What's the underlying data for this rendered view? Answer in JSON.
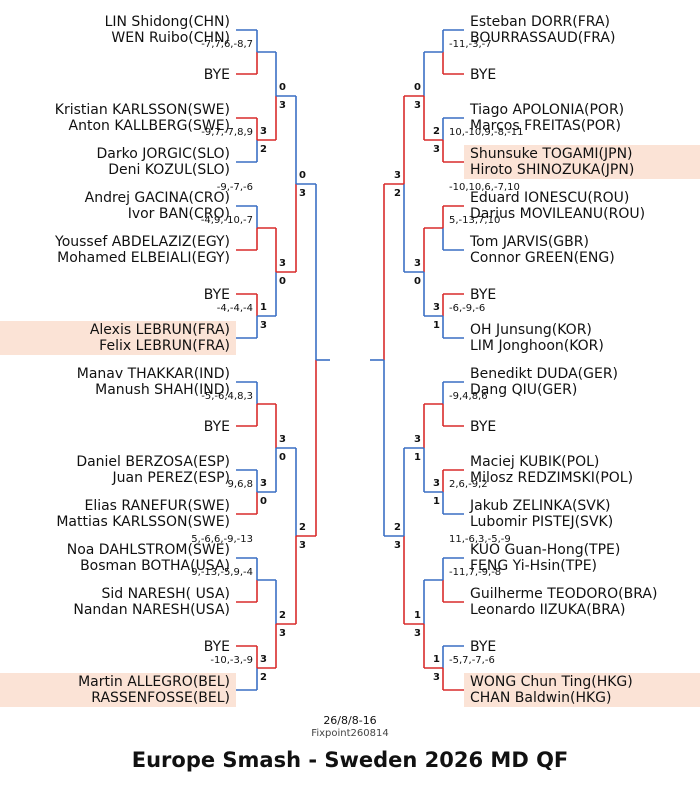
{
  "colors": {
    "winner": "#d92b2b",
    "loser": "#3a6fc4",
    "highlight": "#fbe3d6"
  },
  "left_pairs": [
    [
      "LIN Shidong(CHN)",
      "WEN Ruibo(CHN)"
    ],
    [
      "BYE"
    ],
    [
      "Kristian KARLSSON(SWE)",
      "Anton KALLBERG(SWE)"
    ],
    [
      "Darko JORGIC(SLO)",
      "Deni KOZUL(SLO)"
    ],
    [
      "Andrej GACINA(CRO)",
      "Ivor BAN(CRO)"
    ],
    [
      "Youssef ABDELAZIZ(EGY)",
      "Mohamed ELBEIALI(EGY)"
    ],
    [
      "BYE"
    ],
    [
      "Alexis LEBRUN(FRA)",
      "Felix LEBRUN(FRA)"
    ],
    [
      "Manav THAKKAR(IND)",
      "Manush SHAH(IND)"
    ],
    [
      "BYE"
    ],
    [
      "Daniel BERZOSA(ESP)",
      "Juan PEREZ(ESP)"
    ],
    [
      "Elias RANEFUR(SWE)",
      "Mattias KARLSSON(SWE)"
    ],
    [
      "Noa DAHLSTROM(SWE)",
      "Bosman BOTHA(USA)"
    ],
    [
      "Sid NARESH( USA)",
      "Nandan NARESH(USA)"
    ],
    [
      "BYE"
    ],
    [
      "Martin ALLEGRO(BEL)",
      "RASSENFOSSE(BEL)"
    ]
  ],
  "right_pairs": [
    [
      "Esteban DORR(FRA)",
      "BOURRASSAUD(FRA)"
    ],
    [
      "BYE"
    ],
    [
      "Tiago APOLONIA(POR)",
      "Marcos FREITAS(POR)"
    ],
    [
      "Shunsuke TOGAMI(JPN)",
      "Hiroto SHINOZUKA(JPN)"
    ],
    [
      "Eduard IONESCU(ROU)",
      "Darius MOVILEANU(ROU)"
    ],
    [
      "Tom JARVIS(GBR)",
      "Connor GREEN(ENG)"
    ],
    [
      "BYE"
    ],
    [
      "OH Junsung(KOR)",
      "LIM Jonghoon(KOR)"
    ],
    [
      "Benedikt DUDA(GER)",
      "Dang QIU(GER)"
    ],
    [
      "BYE"
    ],
    [
      "Maciej KUBIK(POL)",
      "Milosz REDZIMSKI(POL)"
    ],
    [
      "Jakub ZELINKA(SVK)",
      "Lubomir PISTEJ(SVK)"
    ],
    [
      "KUO Guan-Hong(TPE)",
      "FENG Yi-Hsin(TPE)"
    ],
    [
      "Guilherme TEODORO(BRA)",
      "Leonardo IIZUKA(BRA)"
    ],
    [
      "BYE"
    ],
    [
      "WONG Chun Ting(HKG)",
      "CHAN Baldwin(HKG)"
    ]
  ],
  "highlighted": [
    "L7",
    "R3",
    "L15",
    "R15"
  ],
  "left_r1_scores": [
    "",
    "-7,7,6,-8,7",
    "",
    "-9,7,-7,8,9",
    "",
    "-4,9,-10,-7",
    "",
    "-4,-4,-4",
    "",
    "-5,-6,4,8,3",
    "",
    "9,6,8",
    "",
    "9,-13,-5,9,-4",
    "",
    "-10,-3,-9"
  ],
  "left_r1_games": [
    [
      "",
      ""
    ],
    [
      "3",
      "2"
    ],
    [
      "",
      ""
    ],
    [
      "1",
      "3"
    ],
    [
      "",
      ""
    ],
    [
      "3",
      "0"
    ],
    [
      "",
      ""
    ],
    [
      "3",
      "2"
    ]
  ],
  "left_r2_scores": [
    "-9,-7,-6",
    "5,-6,6,-9,-13"
  ],
  "left_r2_games": [
    [
      "0",
      "3"
    ],
    [
      "3",
      "0"
    ],
    [
      "3",
      "0"
    ],
    [
      "2",
      "3"
    ]
  ],
  "left_r3_games": [
    [
      "0",
      "3"
    ],
    [
      "2",
      "3"
    ]
  ],
  "right_r1_scores": [
    "",
    "-11,-3,-7",
    "",
    "10,-10,9,-8,-11",
    "",
    "5,-13,7,10",
    "",
    "-6,-9,-6",
    "",
    "-9,4,8,6",
    "",
    "2,6,-9,2",
    "",
    "-11,7,-9,-8",
    "",
    "-5,7,-7,-6"
  ],
  "right_r1_games": [
    [
      "",
      ""
    ],
    [
      "2",
      "3"
    ],
    [
      "",
      ""
    ],
    [
      "3",
      "1"
    ],
    [
      "",
      ""
    ],
    [
      "3",
      "1"
    ],
    [
      "",
      ""
    ],
    [
      "1",
      "3"
    ]
  ],
  "right_r2_scores": [
    "-10,10,6,-7,10",
    "11,-6,3,-5,-9"
  ],
  "right_r2_games": [
    [
      "0",
      "3"
    ],
    [
      "3",
      "0"
    ],
    [
      "3",
      "1"
    ],
    [
      "1",
      "3"
    ]
  ],
  "right_r3_games": [
    [
      "3",
      "2"
    ],
    [
      "2",
      "3"
    ]
  ],
  "date": "26/8/8-16",
  "fixpoint": "Fixpoint260814",
  "title": "Europe Smash - Sweden 2026 MD QF"
}
